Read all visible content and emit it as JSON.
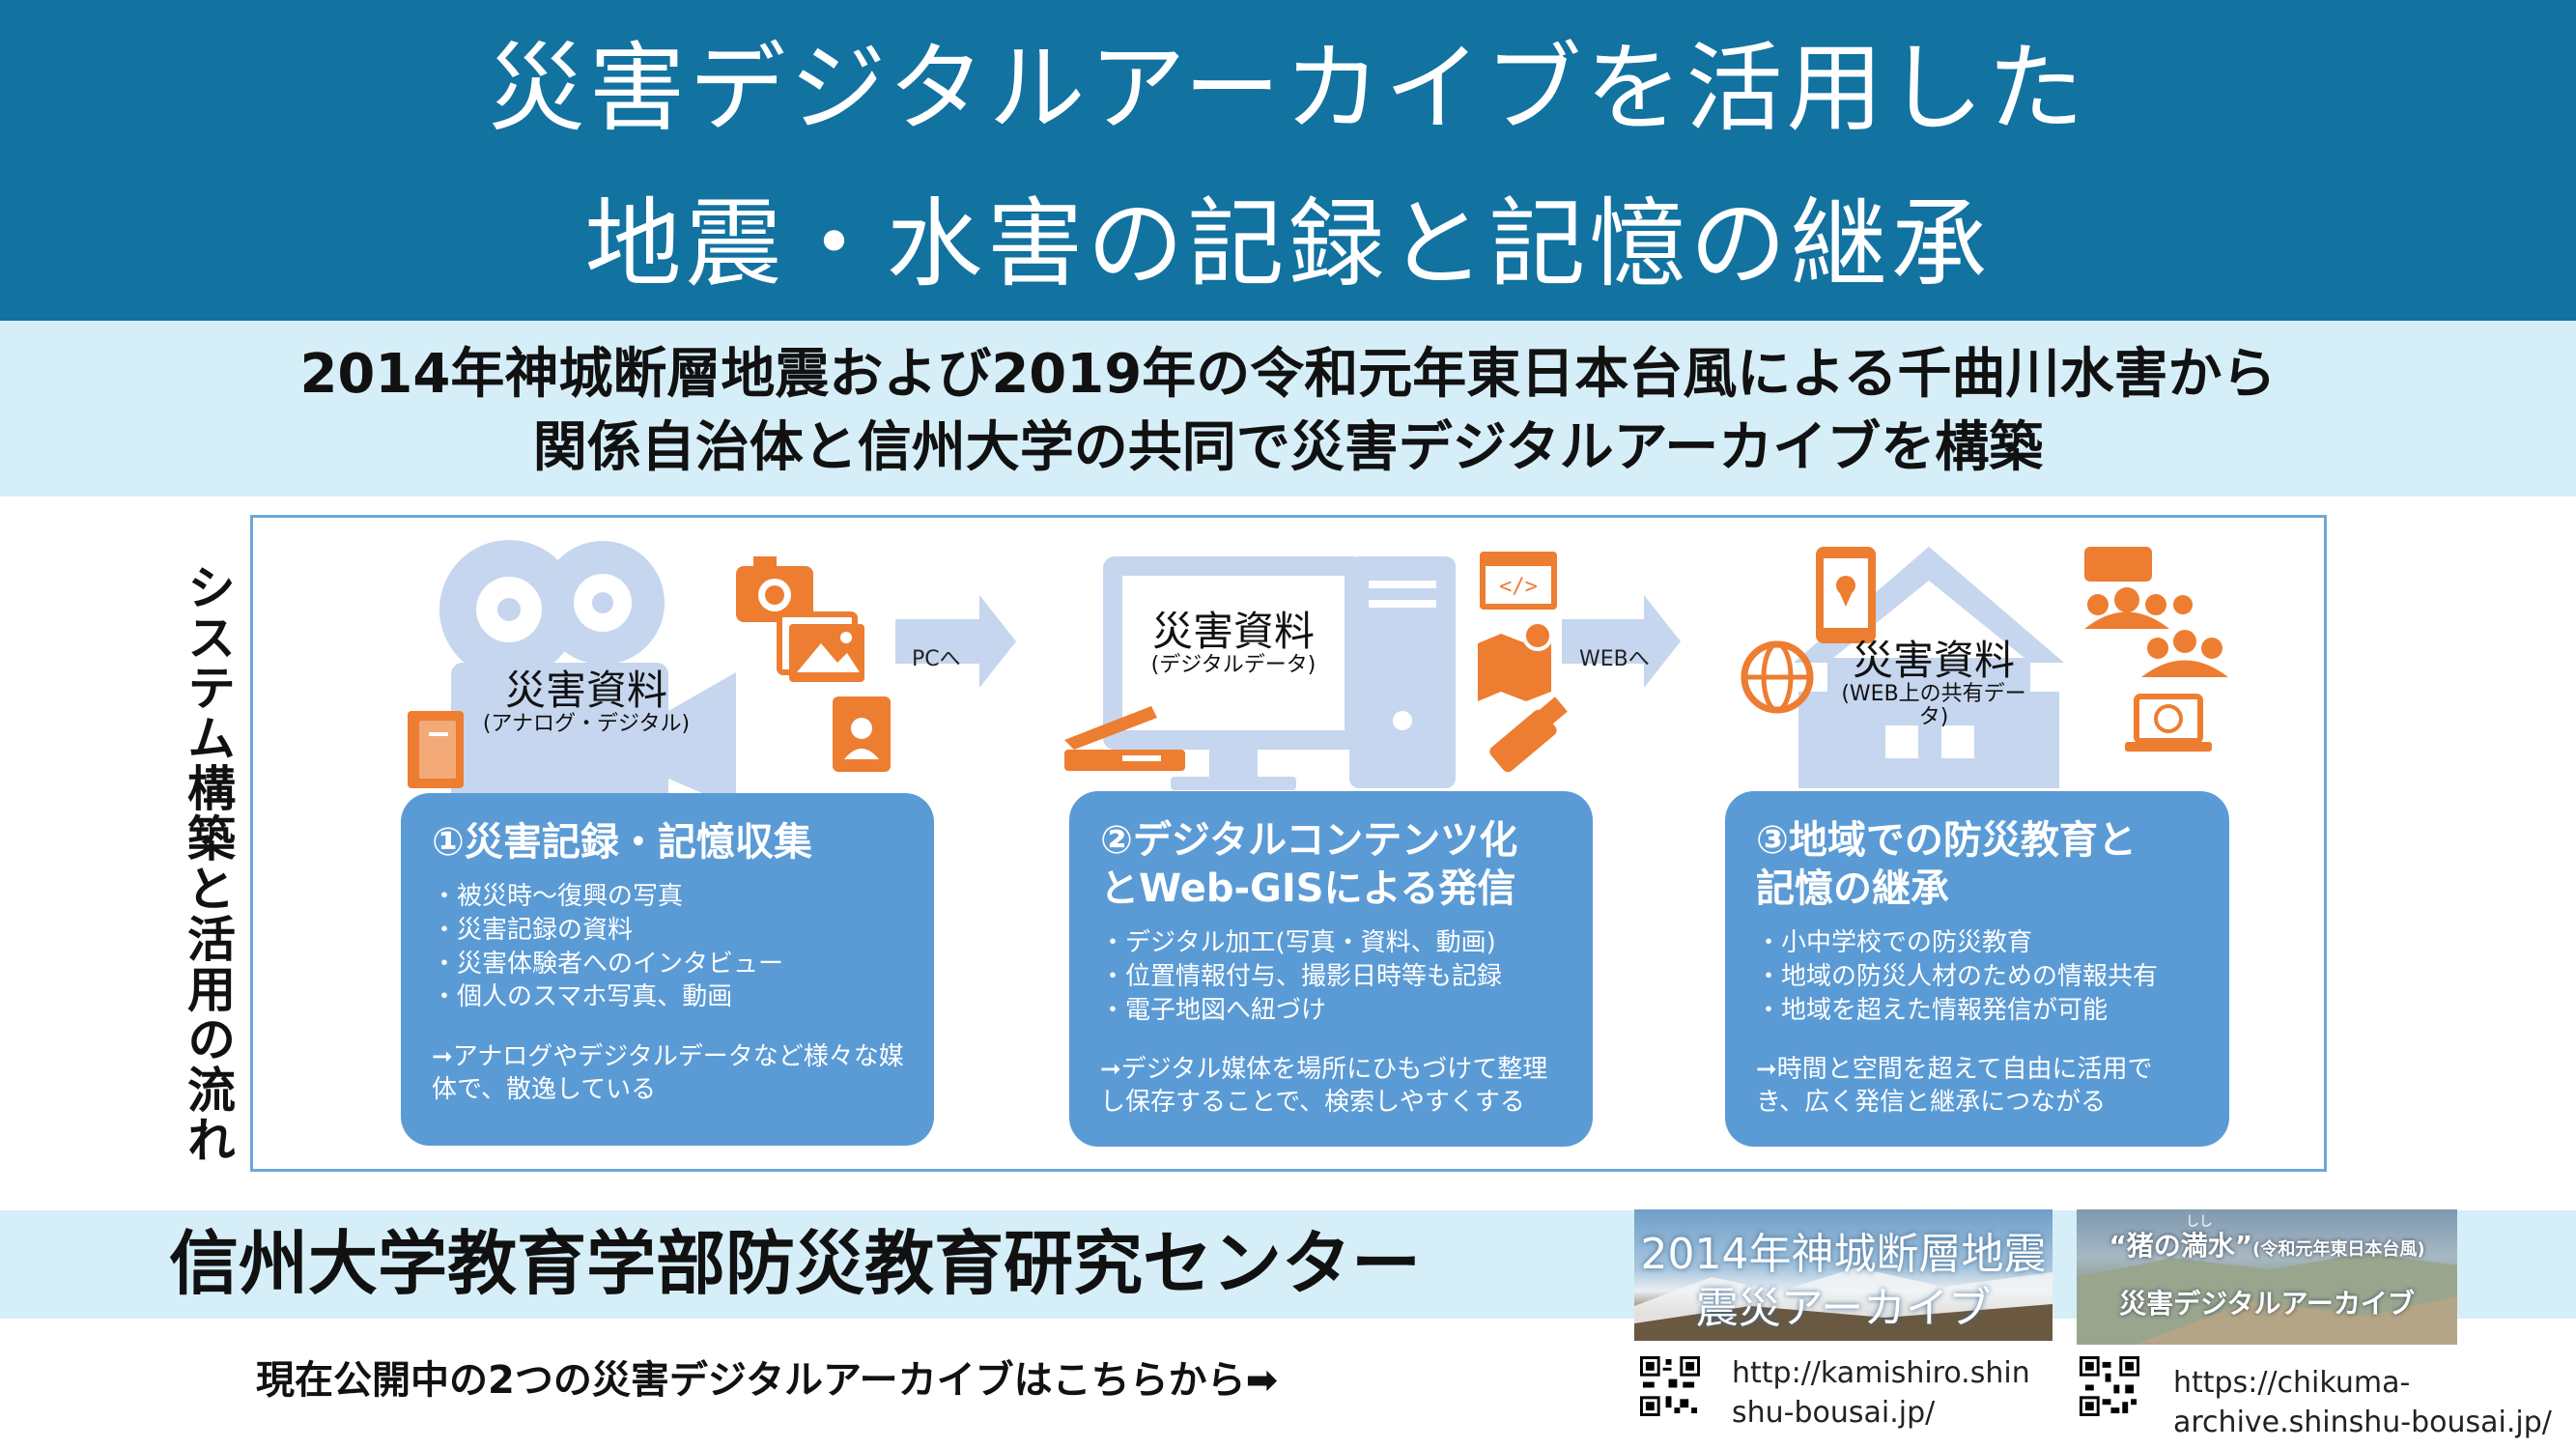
{
  "header": {
    "title_line1": "災害デジタルアーカイブを活用した",
    "title_line2": "地震・水害の記録と記憶の継承"
  },
  "subheader": {
    "line1": "2014年神城断層地震および2019年の令和元年東日本台風による千曲川水害から",
    "line2": "関係自治体と信州大学の共同で災害デジタルアーカイブを構築"
  },
  "side_label": "システム構築と活用の流れ",
  "stages": [
    {
      "resource_title": "災害資料",
      "resource_sub": "(アナログ・デジタル)",
      "box_title": "①災害記録・記憶収集",
      "bullets": [
        "被災時～復興の写真",
        "災害記録の資料",
        "災害体験者へのインタビュー",
        "個人のスマホ写真、動画"
      ],
      "note": "➞アナログやデジタルデータなど様々な媒体で、散逸している"
    },
    {
      "resource_title": "災害資料",
      "resource_sub": "(デジタルデータ)",
      "box_title": "②デジタルコンテンツ化\nとWeb-GISによる発信",
      "bullets": [
        "デジタル加工(写真・資料、動画)",
        "位置情報付与、撮影日時等も記録",
        "電子地図へ紐づけ"
      ],
      "note": "➞デジタル媒体を場所にひもづけて整理し保存することで、検索しやすくする"
    },
    {
      "resource_title": "災害資料",
      "resource_sub": "(WEB上の共有データ)",
      "box_title": "③地域での防災教育と\n記憶の継承",
      "bullets": [
        "小中学校での防災教育",
        "地域の防災人材のための情報共有",
        "地域を超えた情報発信が可能"
      ],
      "note": "➞時間と空間を超えて自由に活用でき、広く発信と継承につながる"
    }
  ],
  "arrows": {
    "pc": "PCへ",
    "web": "WEBへ"
  },
  "footer": {
    "center_name": "信州大学教育学部防災教育研究センター",
    "note": "現在公開中の2つの災害デジタルアーカイブはこちらから➡"
  },
  "archives": [
    {
      "thumb_line1": "2014年神城断層地震",
      "thumb_line2": "震災アーカイブ",
      "url_line1": "http://kamishiro.shin",
      "url_line2": "shu-bousai.jp/"
    },
    {
      "thumb_ruby": "しし",
      "thumb_line1": "“猪の満水”",
      "thumb_line1_sub": "(令和元年東日本台風)",
      "thumb_line2": "災害デジタルアーカイブ",
      "url_line1": "https://chikuma-",
      "url_line2": "archive.shinshu-bousai.jp/"
    }
  ],
  "colors": {
    "title_band": "#1272a0",
    "light_band": "#d6eef8",
    "box_blue": "#5b9bd5",
    "icon_light": "#c5d6ee",
    "icon_orange": "#ed7d31"
  }
}
